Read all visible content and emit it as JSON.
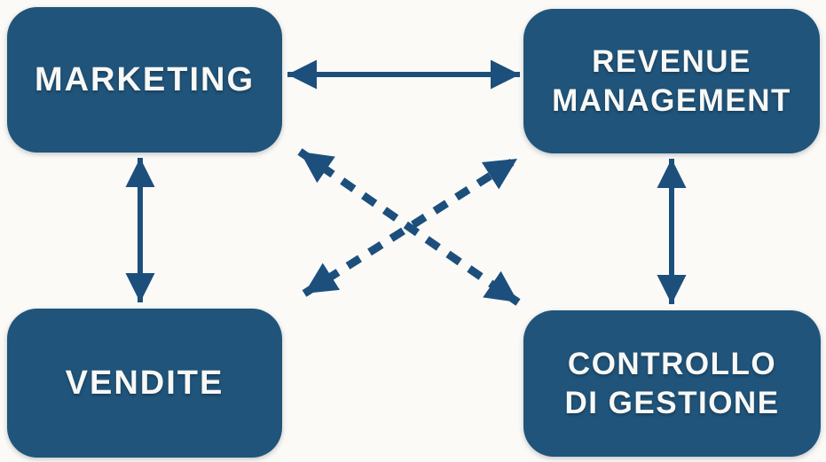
{
  "diagram": {
    "colors": {
      "background": "#fbfaf7",
      "box": "#20547a",
      "arrow": "#1d4f7c",
      "text": "#f8f8f6"
    },
    "nodes": [
      {
        "id": "marketing",
        "lines": [
          "MARKETING"
        ]
      },
      {
        "id": "revenue-management",
        "lines": [
          "REVENUE",
          "MANAGEMENT"
        ]
      },
      {
        "id": "vendite",
        "lines": [
          "VENDITE"
        ]
      },
      {
        "id": "controllo-di-gestione",
        "lines": [
          "CONTROLLO",
          "DI GESTIONE"
        ]
      }
    ],
    "edges": [
      {
        "from": "marketing",
        "to": "revenue-management",
        "style": "solid",
        "bidirectional": true
      },
      {
        "from": "marketing",
        "to": "vendite",
        "style": "solid",
        "bidirectional": true
      },
      {
        "from": "revenue-management",
        "to": "controllo-di-gestione",
        "style": "solid",
        "bidirectional": true
      },
      {
        "from": "marketing",
        "to": "controllo-di-gestione",
        "style": "dashed",
        "bidirectional": true
      },
      {
        "from": "vendite",
        "to": "revenue-management",
        "style": "dashed",
        "bidirectional": true
      }
    ]
  }
}
